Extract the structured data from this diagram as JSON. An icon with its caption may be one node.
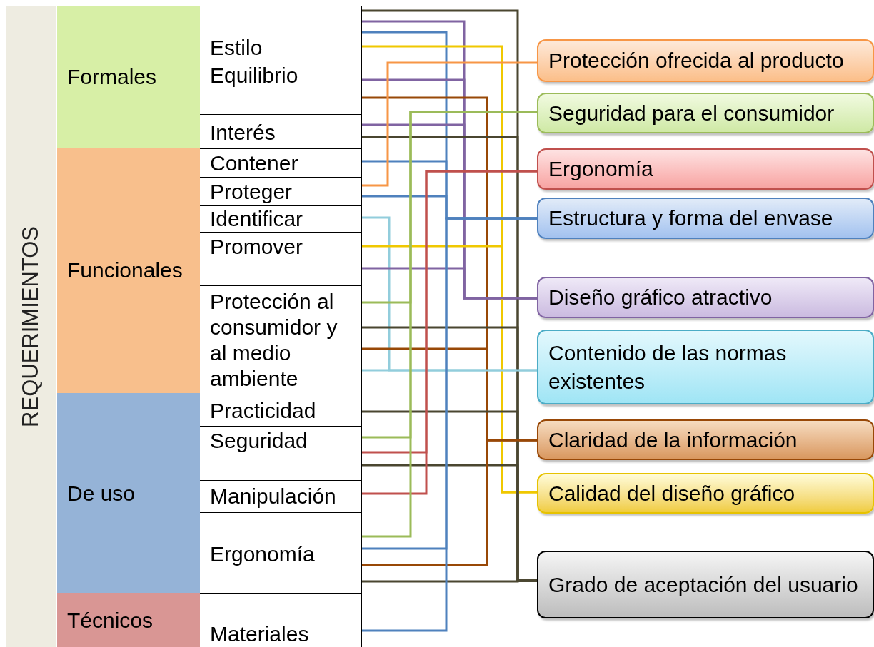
{
  "diagram": {
    "nodes": [
      {
        "text": [
          "REQUERIMIENTOS"
        ]
      },
      {
        "text": [
          "Formales"
        ]
      },
      {
        "text": [
          "Funcionales"
        ]
      },
      {
        "text": [
          "De uso"
        ]
      },
      {
        "text": [
          "Técnicos"
        ]
      },
      {
        "text": [
          "Estilo"
        ]
      },
      {
        "text": [
          "Equilibrio"
        ]
      },
      {
        "text": [
          "Interés"
        ]
      },
      {
        "text": [
          "Contener"
        ]
      },
      {
        "text": [
          "Proteger"
        ]
      },
      {
        "text": [
          "Identificar"
        ]
      },
      {
        "text": [
          "Promover"
        ]
      },
      {
        "text": [
          "Protección al consumidor y al medio ambiente"
        ]
      },
      {
        "text": [
          "Practicidad"
        ]
      },
      {
        "text": [
          "Seguridad"
        ]
      },
      {
        "text": [
          "Manipulación"
        ]
      },
      {
        "text": [
          "Ergonomía"
        ]
      },
      {
        "text": [
          "Materiales"
        ]
      },
      {
        "text": [
          "Protección ofrecida al producto"
        ]
      },
      {
        "text": [
          "Seguridad para el consumidor"
        ]
      },
      {
        "text": [
          "Ergonomía"
        ]
      },
      {
        "text": [
          "Estructura y forma del envase"
        ]
      },
      {
        "text": [
          "Diseño gráfico atractivo"
        ]
      },
      {
        "text": [
          "Contenido de las normas existentes"
        ]
      },
      {
        "text": [
          "Claridad de la información"
        ]
      },
      {
        "text": [
          "Calidad del diseño gráfico"
        ]
      },
      {
        "text": [
          "Grado de aceptación del usuario"
        ]
      }
    ],
    "edges": [
      {
        "from": 5,
        "to": 26,
        "arrow": "none",
        "color": "#4a4630"
      },
      {
        "from": 5,
        "to": 22,
        "arrow": "none",
        "color": "#8064a2"
      },
      {
        "from": 5,
        "to": 21,
        "arrow": "none",
        "color": "#4f81bd"
      },
      {
        "from": 5,
        "to": 25,
        "arrow": "none",
        "color": "#f0c800"
      },
      {
        "from": 6,
        "to": 22,
        "arrow": "none",
        "color": "#8064a2"
      },
      {
        "from": 6,
        "to": 24,
        "arrow": "none",
        "color": "#984807"
      },
      {
        "from": 7,
        "to": 22,
        "arrow": "none",
        "color": "#8064a2"
      },
      {
        "from": 7,
        "to": 26,
        "arrow": "none",
        "color": "#4a4630"
      },
      {
        "from": 8,
        "to": 21,
        "arrow": "none",
        "color": "#4f81bd"
      },
      {
        "from": 9,
        "to": 18,
        "arrow": "none",
        "color": "#f79646"
      },
      {
        "from": 9,
        "to": 21,
        "arrow": "none",
        "color": "#4f81bd"
      },
      {
        "from": 10,
        "to": 23,
        "arrow": "none",
        "color": "#92cddc"
      },
      {
        "from": 11,
        "to": 25,
        "arrow": "none",
        "color": "#f0c800"
      },
      {
        "from": 11,
        "to": 22,
        "arrow": "none",
        "color": "#8064a2"
      },
      {
        "from": 12,
        "to": 19,
        "arrow": "none",
        "color": "#9bbb59"
      },
      {
        "from": 12,
        "to": 26,
        "arrow": "none",
        "color": "#4a4630"
      },
      {
        "from": 12,
        "to": 24,
        "arrow": "none",
        "color": "#984807"
      },
      {
        "from": 12,
        "to": 23,
        "arrow": "none",
        "color": "#92cddc"
      },
      {
        "from": 13,
        "to": 26,
        "arrow": "none",
        "color": "#4a4630"
      },
      {
        "from": 14,
        "to": 19,
        "arrow": "none",
        "color": "#9bbb59"
      },
      {
        "from": 14,
        "to": 20,
        "arrow": "none",
        "color": "#c0504d"
      },
      {
        "from": 14,
        "to": 26,
        "arrow": "none",
        "color": "#4a4630"
      },
      {
        "from": 15,
        "to": 20,
        "arrow": "none",
        "color": "#c0504d"
      },
      {
        "from": 16,
        "to": 19,
        "arrow": "none",
        "color": "#9bbb59"
      },
      {
        "from": 16,
        "to": 21,
        "arrow": "none",
        "color": "#4f81bd"
      },
      {
        "from": 16,
        "to": 24,
        "arrow": "none",
        "color": "#984807"
      },
      {
        "from": 16,
        "to": 26,
        "arrow": "none",
        "color": "#4a4630"
      },
      {
        "from": 17,
        "to": 21,
        "arrow": "none",
        "color": "#4f81bd"
      }
    ]
  }
}
